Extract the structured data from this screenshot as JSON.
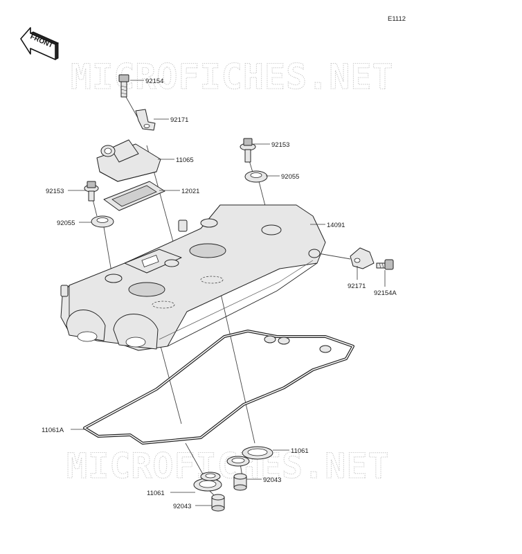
{
  "diagram_code": "E1112",
  "front_arrow_label": "FRONT",
  "watermark_text": "MICROFICHES.NET",
  "part_labels": {
    "bolt_92154": "92154",
    "clamp_92171_top": "92171",
    "cover_11065": "11065",
    "bolt_92153_right": "92153",
    "washer_92055_right": "92055",
    "bolt_92153_left": "92153",
    "plate_12021": "12021",
    "washer_92055_left": "92055",
    "head_cover_14091": "14091",
    "clamp_92171_right": "92171",
    "bolt_92154a": "92154A",
    "gasket_11061a": "11061A",
    "gasket_11061_right": "11061",
    "collar_92043_right": "92043",
    "gasket_11061_left": "11061",
    "collar_92043_left": "92043"
  }
}
